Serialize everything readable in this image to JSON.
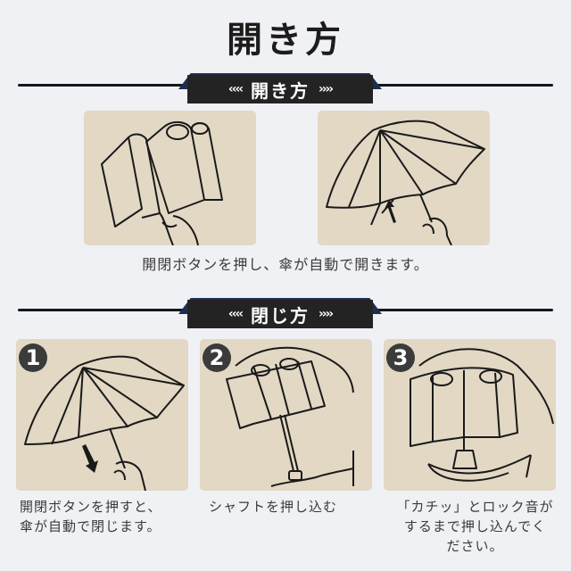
{
  "title": "開き方",
  "sections": {
    "open": {
      "header": {
        "chevrons_left": "‹‹‹‹",
        "label": "開き方",
        "chevrons_right": "››››"
      },
      "images": [
        {
          "alt": "folded-umbrella-held"
        },
        {
          "alt": "umbrella-opening-arrow-up"
        }
      ],
      "caption": "開閉ボタンを押し、傘が自動で開きます。"
    },
    "close": {
      "header": {
        "chevrons_left": "‹‹‹‹",
        "label": "閉じ方",
        "chevrons_right": "››››"
      },
      "steps": [
        {
          "number": "1",
          "caption_line1": "開閉ボタンを押すと、",
          "caption_line2": "傘が自動で閉じます。",
          "caption_line3": ""
        },
        {
          "number": "2",
          "caption_line1": "シャフトを押し込む",
          "caption_line2": "",
          "caption_line3": ""
        },
        {
          "number": "3",
          "caption_line1": "「カチッ」とロック音が",
          "caption_line2": "するまで押し込んでく",
          "caption_line3": "ださい。"
        }
      ]
    }
  },
  "colors": {
    "background": "#f0f1f5",
    "panel": "#e2d8c4",
    "badge": "#232323",
    "badge_accent": "#1d2f4f",
    "step_circle": "#3b3b3b"
  }
}
